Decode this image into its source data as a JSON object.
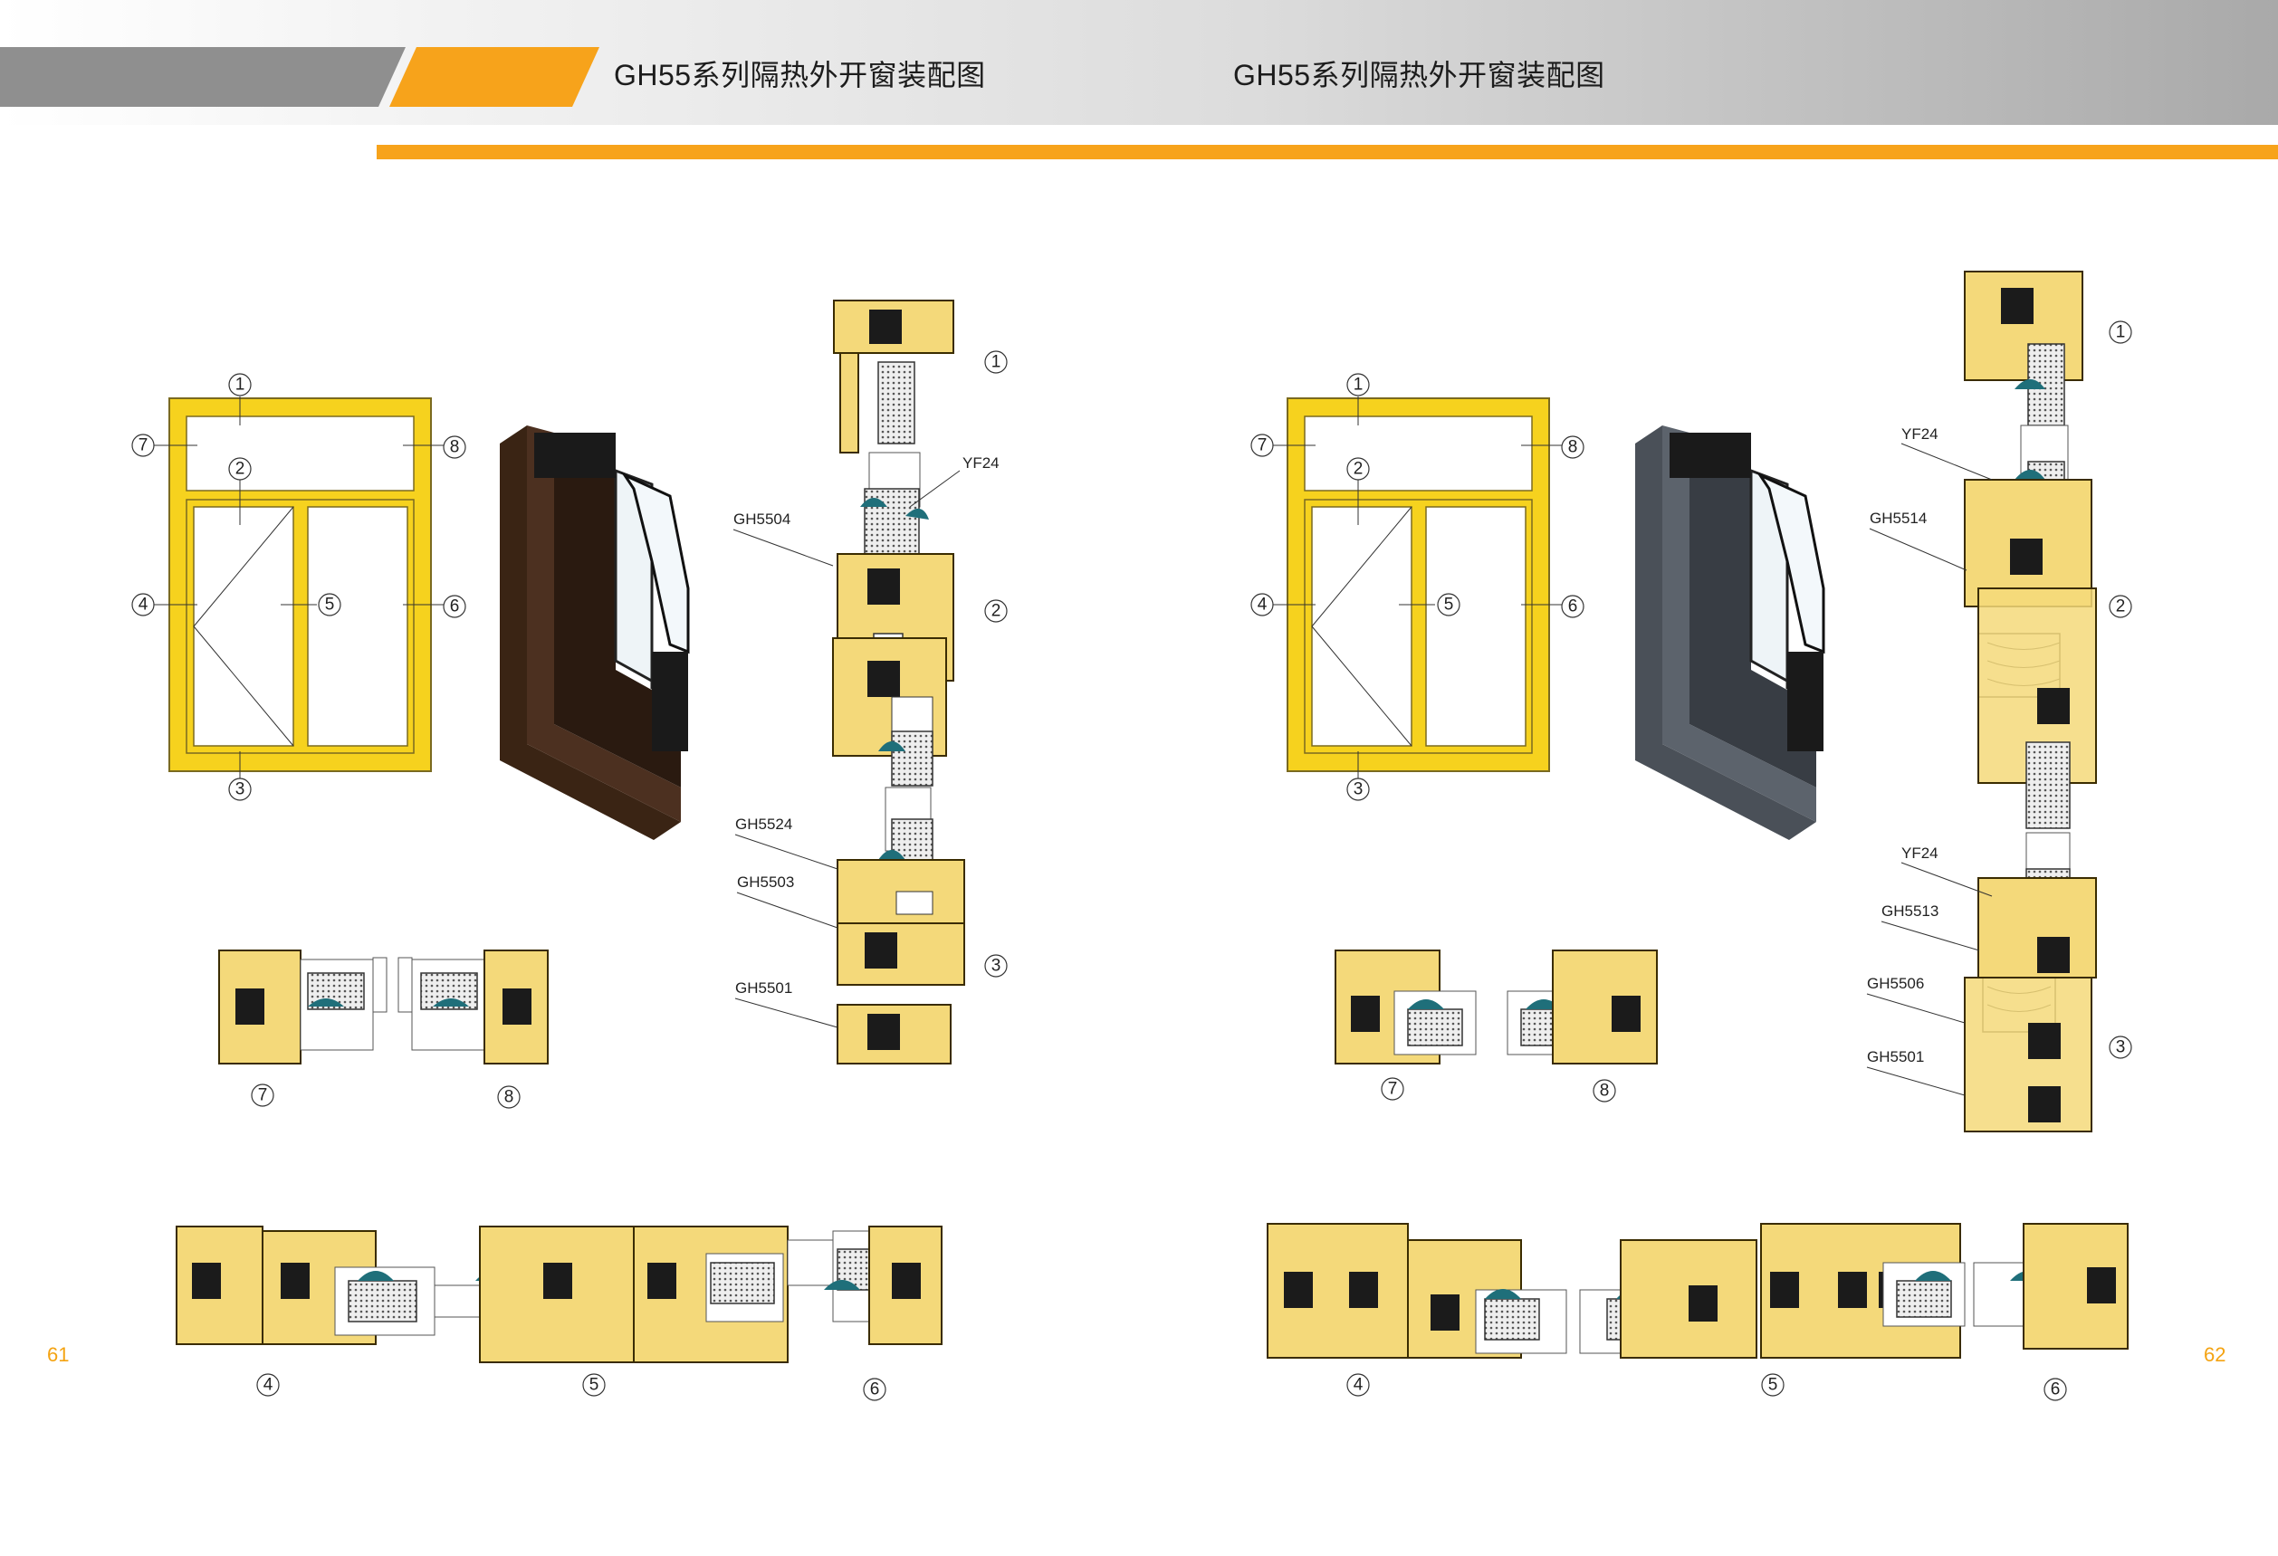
{
  "pages": [
    {
      "title": "GH55系列隔热外开窗装配图",
      "page_number": "61",
      "frame_callouts": [
        "1",
        "2",
        "3",
        "4",
        "5",
        "6",
        "7",
        "8"
      ],
      "vertical_section_labels": [
        "YF24",
        "GH5504",
        "GH5524",
        "GH5503",
        "GH5501"
      ],
      "vertical_section_callouts": [
        "1",
        "2",
        "3"
      ],
      "mid_section_callouts": [
        "7",
        "8"
      ],
      "bottom_section_callouts": [
        "4",
        "5",
        "6"
      ],
      "profile_color": "#3a2414"
    },
    {
      "title": "GH55系列隔热外开窗装配图",
      "page_number": "62",
      "frame_callouts": [
        "1",
        "2",
        "3",
        "4",
        "5",
        "6",
        "7",
        "8"
      ],
      "vertical_section_labels": [
        "YF24",
        "GH5514",
        "YF24",
        "GH5513",
        "GH5506",
        "GH5501"
      ],
      "vertical_section_callouts": [
        "1",
        "2",
        "3"
      ],
      "mid_section_callouts": [
        "7",
        "8"
      ],
      "bottom_section_callouts": [
        "4",
        "5",
        "6"
      ],
      "profile_color": "#4a5058"
    }
  ],
  "colors": {
    "accent": "#f7a31b",
    "header_bar_gray": "#8f8f8f",
    "frame_yellow": "#f6d21e",
    "section_yellow": "#f4d97a",
    "gasket_teal": "#1f6f7a"
  }
}
